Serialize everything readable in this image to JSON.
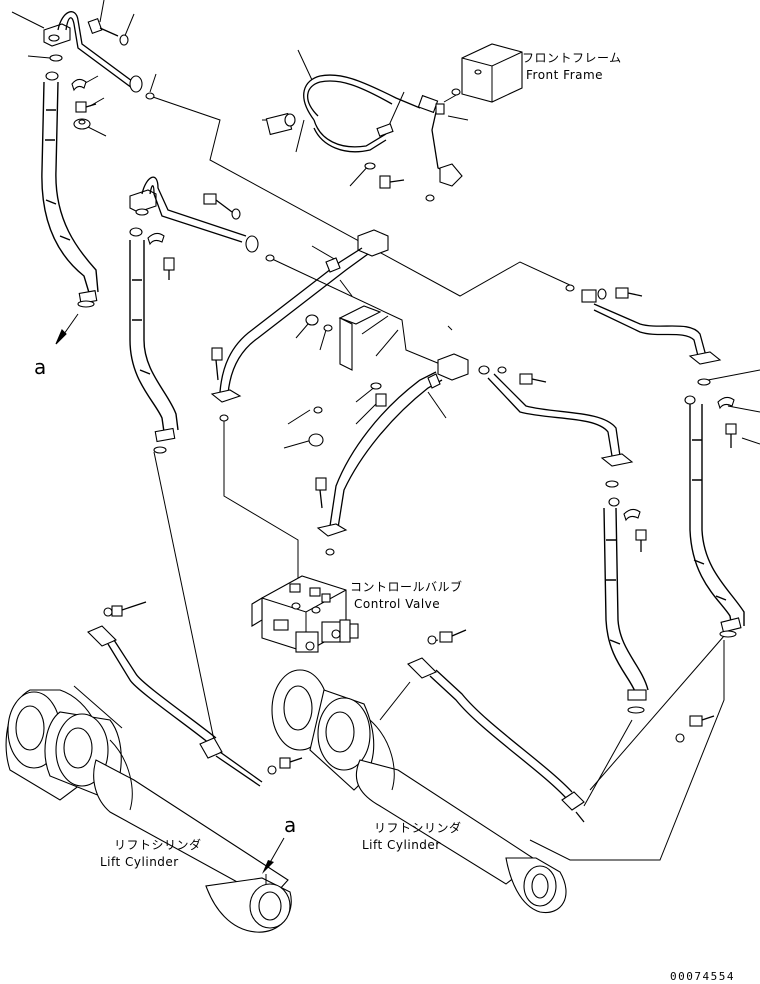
{
  "labels": {
    "front_frame_jp": "フロントフレーム",
    "front_frame_en": "Front Frame",
    "control_valve_jp": "コントロールバルブ",
    "control_valve_en": "Control Valve",
    "lift_cylinder_left_jp": "リフトシリンダ",
    "lift_cylinder_left_en": "Lift Cylinder",
    "lift_cylinder_right_jp": "リフトシリンダ",
    "lift_cylinder_right_en": "Lift Cylinder",
    "connector_top": "a",
    "connector_bottom": "a"
  },
  "drawing_number": "00074554"
}
